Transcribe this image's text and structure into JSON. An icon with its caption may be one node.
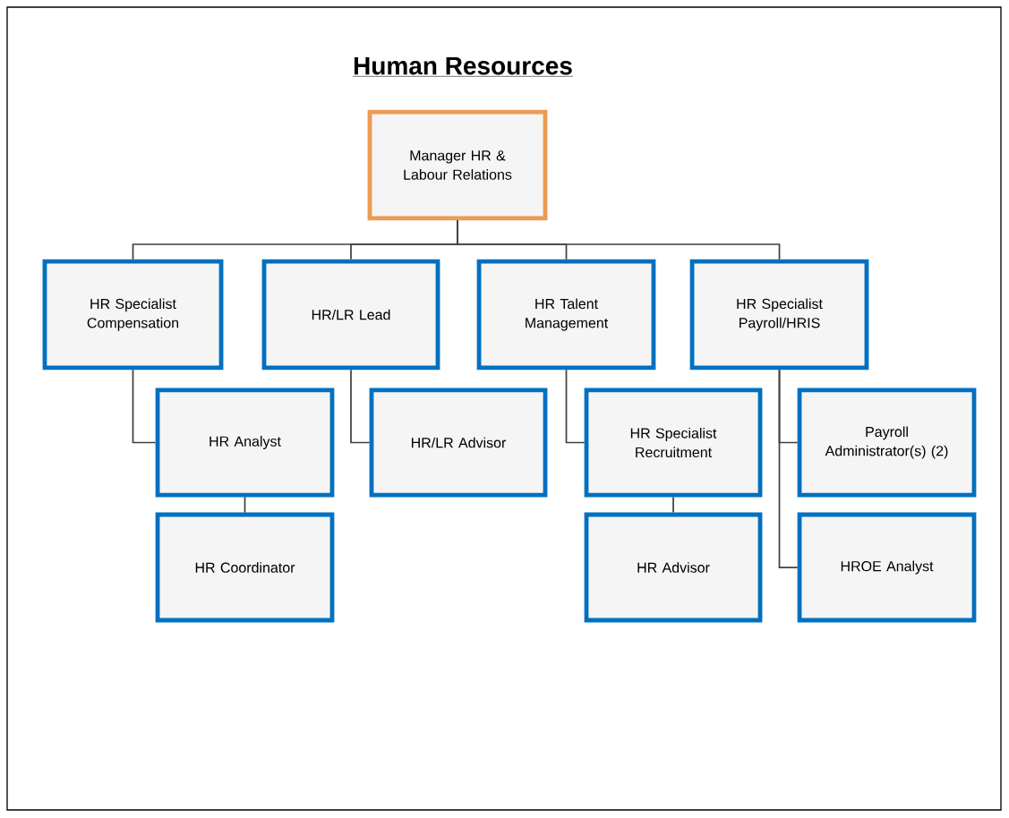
{
  "diagram": {
    "title": "Human Resources",
    "nodes": [
      {
        "text": [
          "Manager HR & Labour Relations"
        ]
      },
      {
        "text": [
          "HR Specialist Compensation"
        ]
      },
      {
        "text": [
          "HR/LR Lead"
        ]
      },
      {
        "text": [
          "HR Talent Management"
        ]
      },
      {
        "text": [
          "HR Specialist Payroll/HRIS"
        ]
      },
      {
        "text": [
          "HR Analyst"
        ]
      },
      {
        "text": [
          "HR/LR Advisor"
        ]
      },
      {
        "text": [
          "HR Specialist Recruitment"
        ]
      },
      {
        "text": [
          "Payroll Administrator(s) (2)"
        ]
      },
      {
        "text": [
          "HR Coordinator"
        ]
      },
      {
        "text": [
          "HR Advisor"
        ]
      },
      {
        "text": [
          "HROE Analyst"
        ]
      }
    ],
    "edges": [
      {
        "from": 0,
        "to": 1,
        "arrow": "none"
      },
      {
        "from": 0,
        "to": 2,
        "arrow": "none"
      },
      {
        "from": 0,
        "to": 3,
        "arrow": "none"
      },
      {
        "from": 0,
        "to": 4,
        "arrow": "none"
      },
      {
        "from": 1,
        "to": 5,
        "arrow": "none"
      },
      {
        "from": 2,
        "to": 6,
        "arrow": "none"
      },
      {
        "from": 3,
        "to": 7,
        "arrow": "none"
      },
      {
        "from": 4,
        "to": 8,
        "arrow": "none"
      },
      {
        "from": 4,
        "to": 11,
        "arrow": "none"
      },
      {
        "from": 5,
        "to": 9,
        "arrow": "none"
      },
      {
        "from": 7,
        "to": 10,
        "arrow": "none"
      }
    ]
  }
}
